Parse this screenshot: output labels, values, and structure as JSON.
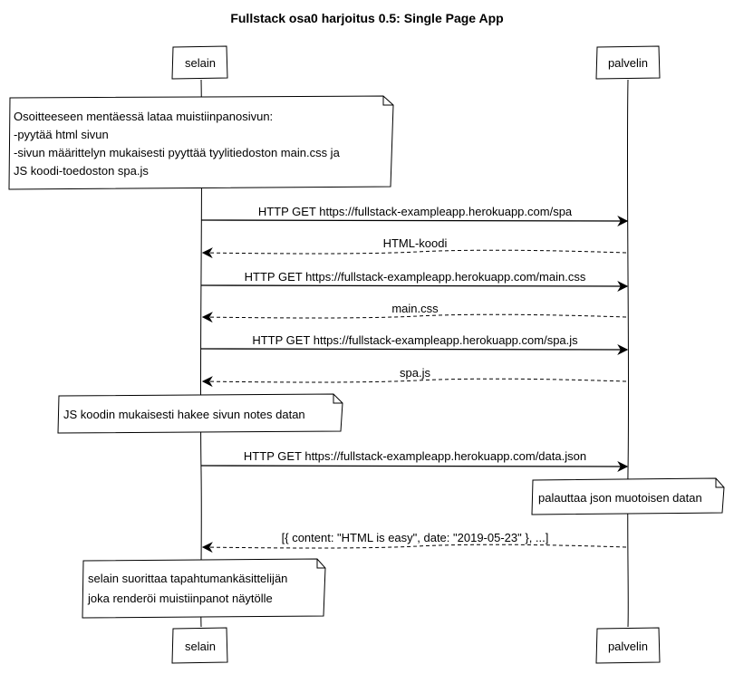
{
  "title": "Fullstack osa0 harjoitus 0.5: Single Page App",
  "participants": {
    "browser": "selain",
    "server": "palvelin"
  },
  "notes": {
    "intro": [
      "Osoitteeseen mentäessä lataa muistiinpanosivun:",
      "-pyytää html sivun",
      "-sivun määrittelyn mukaisesti pyyttää tyylitiedoston main.css ja",
      "JS koodi-toedoston spa.js"
    ],
    "js_fetch": [
      "JS koodin mukaisesti hakee sivun notes datan"
    ],
    "server_json": [
      "palauttaa json muotoisen datan"
    ],
    "render": [
      "selain suorittaa tapahtumankäsittelijän",
      "joka renderöi muistiinpanot näytölle"
    ]
  },
  "messages": [
    {
      "label": "HTTP GET https://fullstack-exampleapp.herokuapp.com/spa",
      "from": "selain",
      "to": "palvelin",
      "kind": "request"
    },
    {
      "label": "HTML-koodi",
      "from": "palvelin",
      "to": "selain",
      "kind": "response"
    },
    {
      "label": "HTTP GET https://fullstack-exampleapp.herokuapp.com/main.css",
      "from": "selain",
      "to": "palvelin",
      "kind": "request"
    },
    {
      "label": "main.css",
      "from": "palvelin",
      "to": "selain",
      "kind": "response"
    },
    {
      "label": "HTTP GET https://fullstack-exampleapp.herokuapp.com/spa.js",
      "from": "selain",
      "to": "palvelin",
      "kind": "request"
    },
    {
      "label": "spa.js",
      "from": "palvelin",
      "to": "selain",
      "kind": "response"
    },
    {
      "label": "HTTP GET https://fullstack-exampleapp.herokuapp.com/data.json",
      "from": "selain",
      "to": "palvelin",
      "kind": "request"
    },
    {
      "label": "[{ content: \"HTML is easy\", date: \"2019-05-23\" }, ...]",
      "from": "palvelin",
      "to": "selain",
      "kind": "response"
    }
  ],
  "colors": {
    "line": "#000000",
    "box_fill": "#ffffff",
    "background": "#ffffff"
  }
}
